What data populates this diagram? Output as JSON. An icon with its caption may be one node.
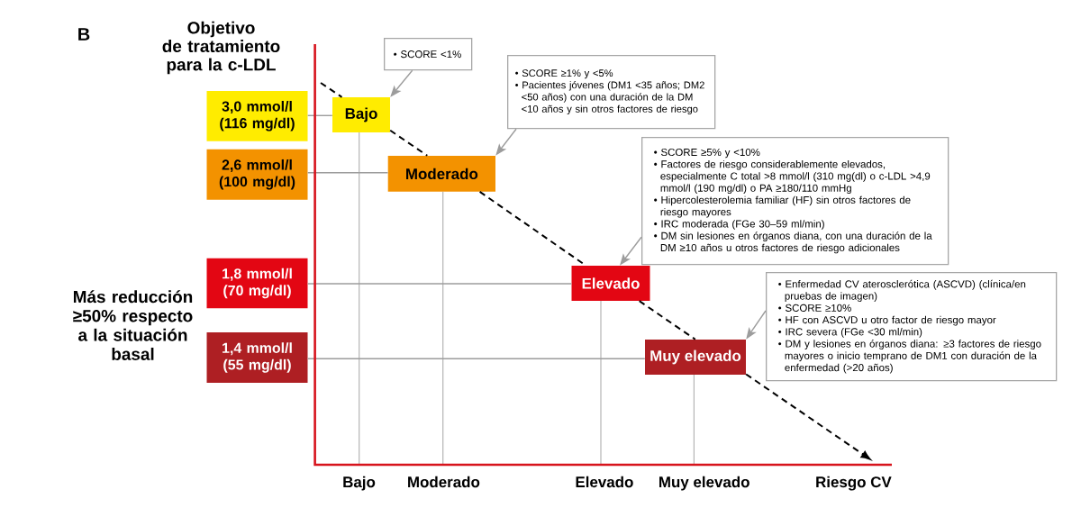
{
  "diagram": {
    "nodes": [
      {
        "text": [
          "3,0 mmol/l (116 mg/dl)"
        ]
      },
      {
        "text": [
          "2,6 mmol/l (100 mg/dl)"
        ]
      },
      {
        "text": [
          "1,8 mmol/l (70 mg/dl)"
        ]
      },
      {
        "text": [
          "1,4 mmol/l (55 mg/dl)"
        ]
      },
      {
        "text": [
          "Bajo"
        ]
      },
      {
        "text": [
          "Moderado"
        ]
      },
      {
        "text": [
          "Elevado"
        ]
      },
      {
        "text": [
          "Muy elevado"
        ]
      },
      {
        "text": [
          "• SCORE <1%"
        ]
      },
      {
        "text": [
          "• SCORE ≥1% y <5%",
          "• Pacientes jóvenes (DM1 <35 años; DM2 <50 años) con una duración de la DM <10 años y sin otros factores de riesgo"
        ]
      },
      {
        "text": [
          "• SCORE ≥5% y <10%",
          "• Factores de riesgo considerablemente elevados, especialmente C total >8 mmol/l (310 mg(dl) o c-LDL >4,9 mmol/l (190 mg/dl) o PA ≥180/110 mmHg",
          "• Hipercolesterolemia familiar (HF) sin otros factores de riesgo mayores",
          "• IRC moderada (FGe 30–59 ml/min)",
          "• DM sin lesiones en órganos diana, con una duración de la DM ≥10 años u otros factores de riesgo adicionales"
        ]
      },
      {
        "text": [
          "• Enfermedad CV aterosclerótica (ASCVD) (clínica/en pruebas de imagen)",
          "• SCORE ≥10%",
          "• HF con ASCVD u otro factor de riesgo mayor",
          "• IRC severa (FGe <30 ml/min)",
          "• DM y lesiones en órganos diana: ≥3 factores de riesgo mayores o inicio temprano de DM1 con duración de la enfermedad (>20 años)"
        ]
      }
    ],
    "edges": [
      {
        "from": null,
        "to": 4,
        "arrow": "none",
        "style": "dashed",
        "color": "#000000"
      },
      {
        "from": 4,
        "to": 5,
        "arrow": "none",
        "style": "dashed",
        "color": "#000000"
      },
      {
        "from": 5,
        "to": 6,
        "arrow": "none",
        "style": "dashed",
        "color": "#000000"
      },
      {
        "from": 6,
        "to": 7,
        "arrow": "none",
        "style": "dashed",
        "color": "#000000"
      },
      {
        "from": 7,
        "to": null,
        "arrow": "to",
        "style": "dashed",
        "color": "#000000"
      },
      {
        "from": 8,
        "to": 4,
        "arrow": "to"
      },
      {
        "from": 9,
        "to": 5,
        "arrow": "to"
      },
      {
        "from": 10,
        "to": 6,
        "arrow": "to"
      },
      {
        "from": 11,
        "to": 7,
        "arrow": "to"
      },
      {
        "from": 0,
        "to": 4,
        "arrow": "none"
      },
      {
        "from": 1,
        "to": 5,
        "arrow": "none"
      },
      {
        "from": 2,
        "to": 6,
        "arrow": "none"
      },
      {
        "from": 3,
        "to": 7,
        "arrow": "none"
      }
    ],
    "labels": [
      "B",
      "Objetivo de tratamiento para la c-LDL",
      "Más reducción ≥50% respecto a la situación basal",
      "Bajo",
      "Moderado",
      "Elevado",
      "Muy elevado",
      "Riesgo CV"
    ]
  }
}
